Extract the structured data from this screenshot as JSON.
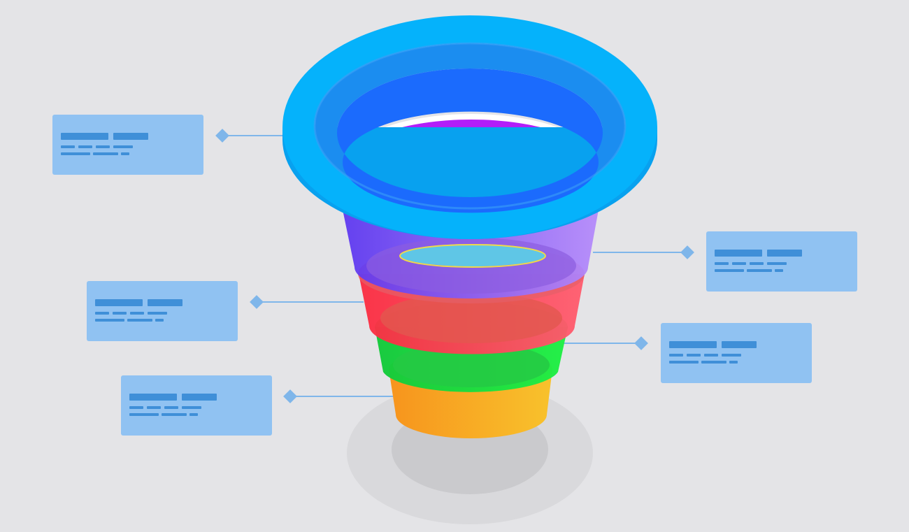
{
  "diagram": {
    "type": "funnel-infographic",
    "background": "#e4e4e7",
    "stages": [
      {
        "name": "stage-1",
        "color": "#05aef7",
        "label_side": "left"
      },
      {
        "name": "stage-2",
        "color": "#ad1cf8",
        "label_side": "right"
      },
      {
        "name": "stage-3",
        "color": "#fd3c53",
        "label_side": "left"
      },
      {
        "name": "stage-4",
        "color": "#16d63a",
        "label_side": "right"
      },
      {
        "name": "stage-5",
        "color": "#f9a51c",
        "label_side": "left"
      }
    ],
    "label_card_color": "#90c2f2",
    "placeholder_text_color": "#3f8fd8",
    "connector_color": "#7fb6ea"
  }
}
